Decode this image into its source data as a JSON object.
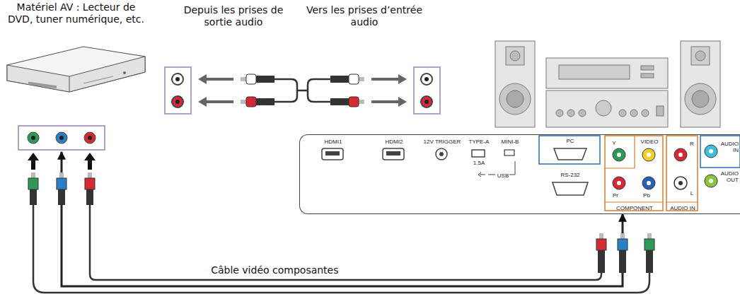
{
  "diagram": {
    "nodes": [
      {
        "text": [
          "Matériel AV : Lecteur de DVD, tuner numérique, etc."
        ]
      },
      {
        "text": [
          "HDMI1",
          "HDMI2",
          "12V TRIGGER",
          "TYPE-A",
          "MINI-B",
          "1.5A",
          "USB",
          "PC",
          "RS-232",
          "Y",
          "VIDEO",
          "R",
          "Pr",
          "Pb",
          "L",
          "COMPONENT",
          "AUDIO IN",
          "AUDIO IN",
          "AUDIO OUT"
        ]
      }
    ],
    "edges": [
      {
        "from": 0,
        "to": 1,
        "arrow": "both",
        "label": "Câble vidéo composantes"
      }
    ],
    "labels": [
      "Depuis les prises de sortie audio",
      "Vers les prises d’entrée audio"
    ]
  }
}
